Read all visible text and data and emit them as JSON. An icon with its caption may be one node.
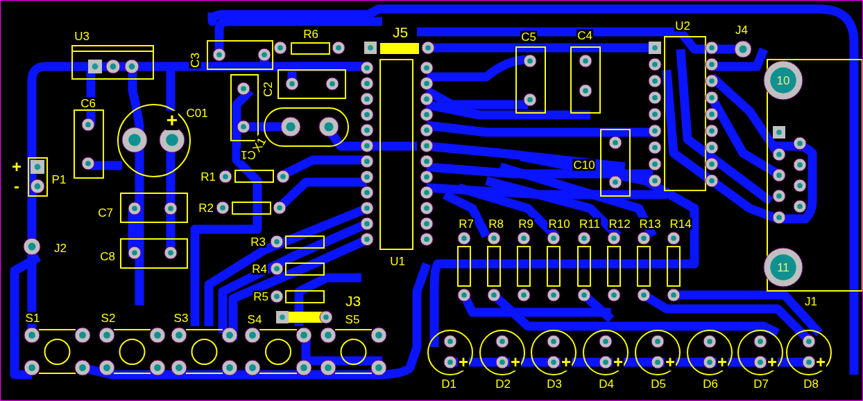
{
  "diagram": {
    "labels": [
      "U3",
      "C3",
      "R6",
      "J5",
      "C5",
      "C4",
      "U2",
      "J4",
      "C6",
      "C01",
      "+",
      "10",
      "C2",
      "X1",
      "C1",
      "+",
      "C10",
      "P1",
      "-",
      "R1",
      "R2",
      "C7",
      "R7",
      "R8",
      "R9",
      "R10",
      "R11",
      "R12",
      "R13",
      "R14",
      "J2",
      "C8",
      "R3",
      "R4",
      "R5",
      "J3",
      "U1",
      "11",
      "J1",
      "S1",
      "S2",
      "S3",
      "S4",
      "S5",
      "+",
      "+",
      "+",
      "+",
      "+",
      "+",
      "+",
      "+",
      "D1",
      "D2",
      "D3",
      "D4",
      "D5",
      "D6",
      "D7",
      "D8"
    ]
  }
}
